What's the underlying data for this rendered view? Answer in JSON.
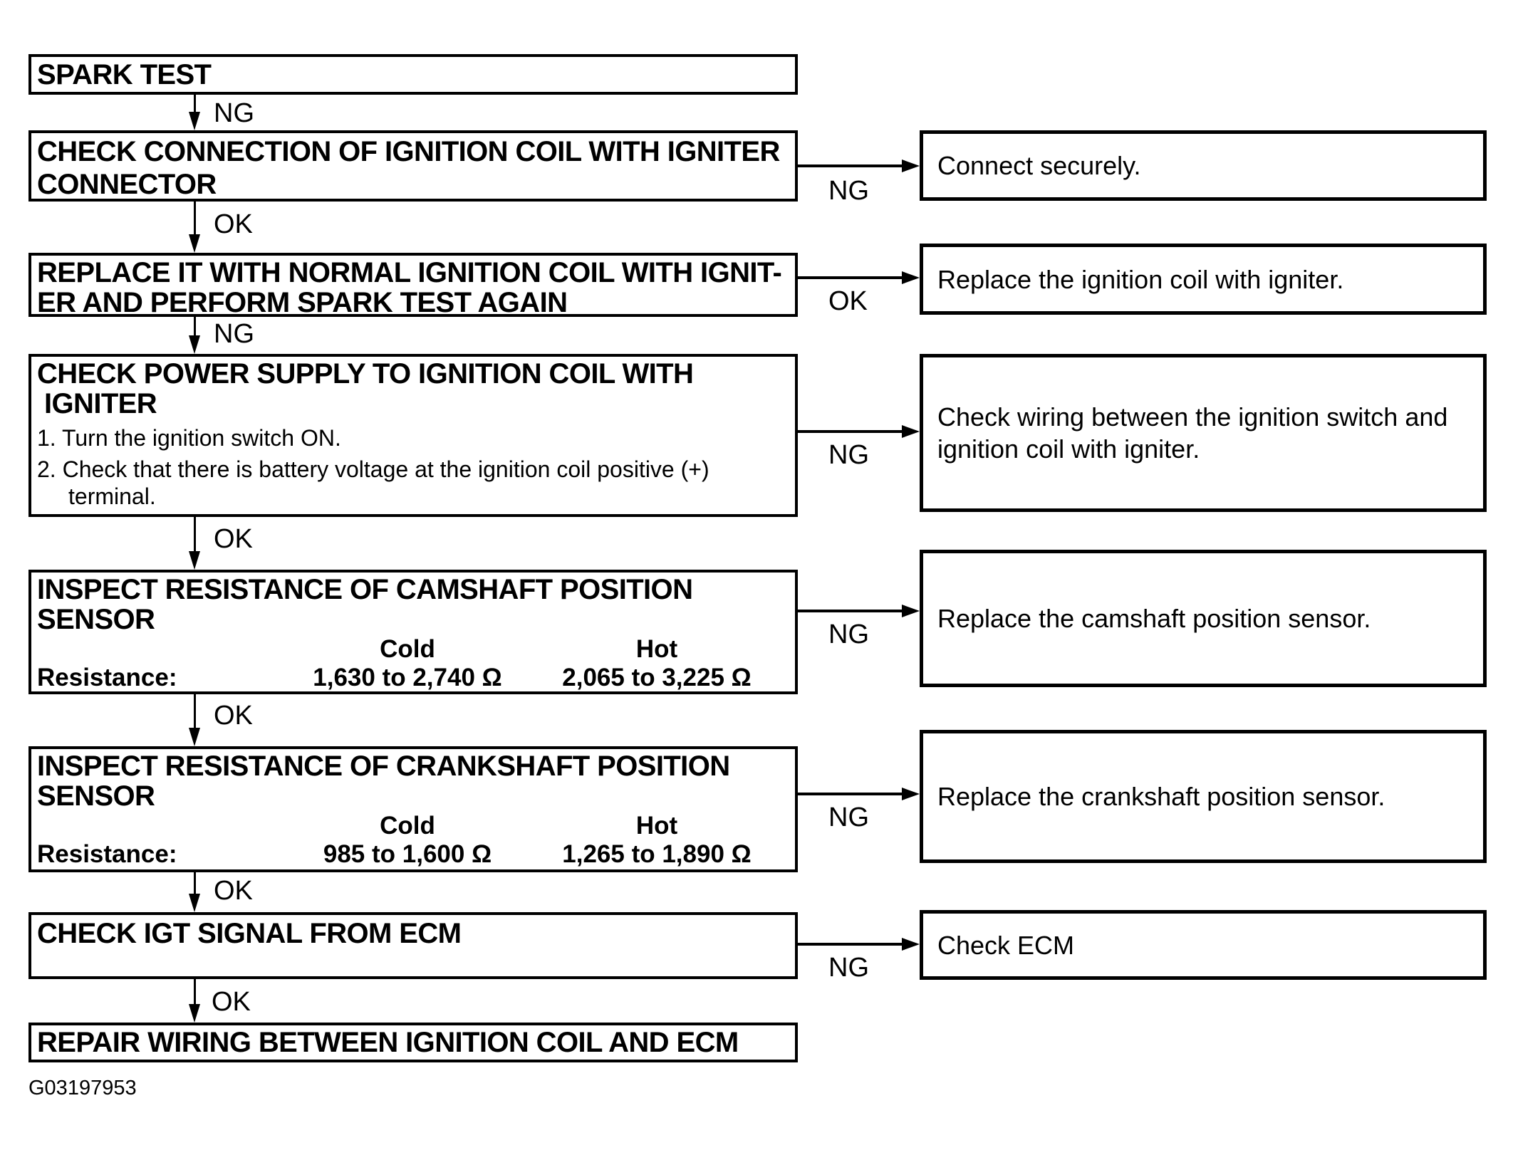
{
  "diagram": {
    "footer_code": "G03197953",
    "colors": {
      "background": "#ffffff",
      "line": "#000000",
      "text": "#000000"
    },
    "steps": {
      "spark_test": {
        "title": "SPARK TEST"
      },
      "check_connection": {
        "line1": "CHECK CONNECTION OF IGNITION COIL WITH IGNITER",
        "line2": "CONNECTOR"
      },
      "replace_with_normal": {
        "line1": "REPLACE IT WITH NORMAL IGNITION COIL WITH IGNIT-",
        "line2": "ER AND PERFORM SPARK TEST AGAIN"
      },
      "check_power_supply": {
        "line1": "CHECK POWER SUPPLY TO IGNITION COIL WITH",
        "line2": "IGNITER",
        "item1": "1. Turn the ignition switch ON.",
        "item2": "2. Check that there is battery voltage at the ignition coil positive (+)",
        "item2_cont": "terminal."
      },
      "inspect_camshaft": {
        "line1": "INSPECT RESISTANCE OF CAMSHAFT POSITION",
        "line2": "SENSOR",
        "col_cold": "Cold",
        "col_hot": "Hot",
        "row_label": "Resistance:",
        "cold_value": "1,630 to 2,740 Ω",
        "hot_value": "2,065 to 3,225 Ω"
      },
      "inspect_crankshaft": {
        "line1": "INSPECT RESISTANCE OF CRANKSHAFT POSITION",
        "line2": "SENSOR",
        "col_cold": "Cold",
        "col_hot": "Hot",
        "row_label": "Resistance:",
        "cold_value": "985 to 1,600 Ω",
        "hot_value": "1,265 to 1,890 Ω"
      },
      "check_igt": {
        "title": "CHECK IGT SIGNAL FROM ECM"
      },
      "repair_wiring": {
        "title": "REPAIR WIRING BETWEEN IGNITION COIL AND ECM"
      }
    },
    "results": {
      "connect_securely": "Connect securely.",
      "replace_ignition_coil": "Replace the ignition coil with igniter.",
      "check_wiring": "Check wiring between the ignition switch and ignition coil with igniter.",
      "replace_camshaft_sensor": "Replace the camshaft position sensor.",
      "replace_crankshaft_sensor": "Replace the crankshaft position sensor.",
      "check_ecm": "Check ECM"
    },
    "connectors": {
      "v1": "NG",
      "v2": "OK",
      "v3": "NG",
      "v4": "OK",
      "v5": "OK",
      "v6": "OK",
      "v7": "OK",
      "h1": "NG",
      "h2": "OK",
      "h3": "NG",
      "h4": "NG",
      "h5": "NG",
      "h6": "NG"
    }
  }
}
